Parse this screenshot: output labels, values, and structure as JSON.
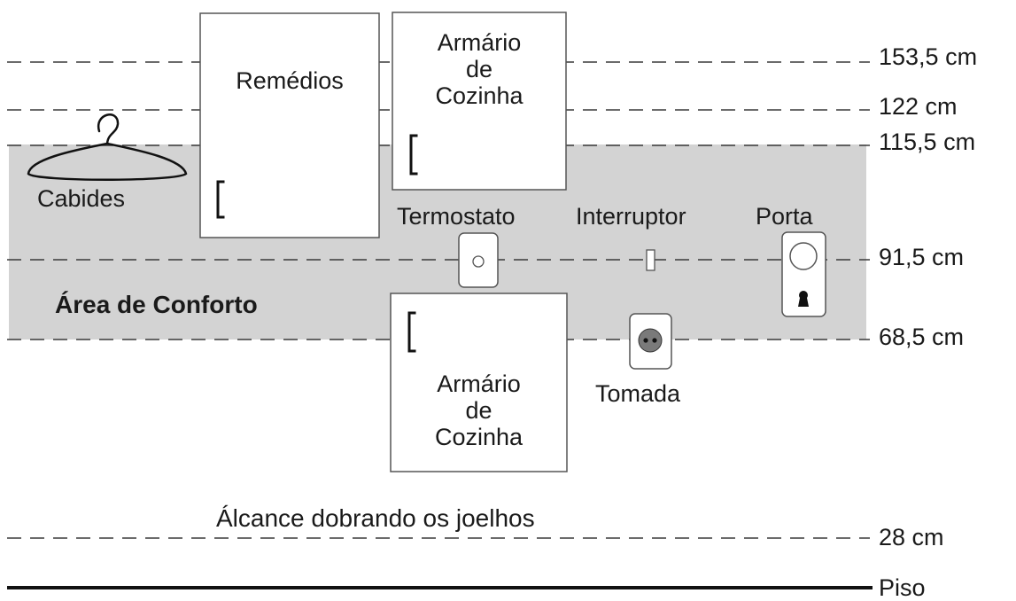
{
  "levels": {
    "l153": "153,5 cm",
    "l122": "122 cm",
    "l115": "115,5 cm",
    "l91": "91,5 cm",
    "l68": "68,5 cm",
    "l28": "28 cm",
    "floor": "Piso"
  },
  "comfort_area": {
    "label": "Área de Conforto",
    "color": "#d3d3d3"
  },
  "cabinets": {
    "remedios": "Remédios",
    "armario_top": [
      "Armário",
      "de",
      "Cozinha"
    ],
    "armario_bottom": [
      "Armário",
      "de",
      "Cozinha"
    ]
  },
  "items": {
    "cabides": "Cabides",
    "termostato": "Termostato",
    "interruptor": "Interruptor",
    "porta": "Porta",
    "tomada": "Tomada"
  },
  "reach_label": "Álcance dobrando os joelhos",
  "icons": [
    "hanger-icon",
    "handle-icon",
    "thermostat-icon",
    "light-switch-icon",
    "door-knob-icon",
    "keyhole-icon",
    "outlet-icon"
  ]
}
